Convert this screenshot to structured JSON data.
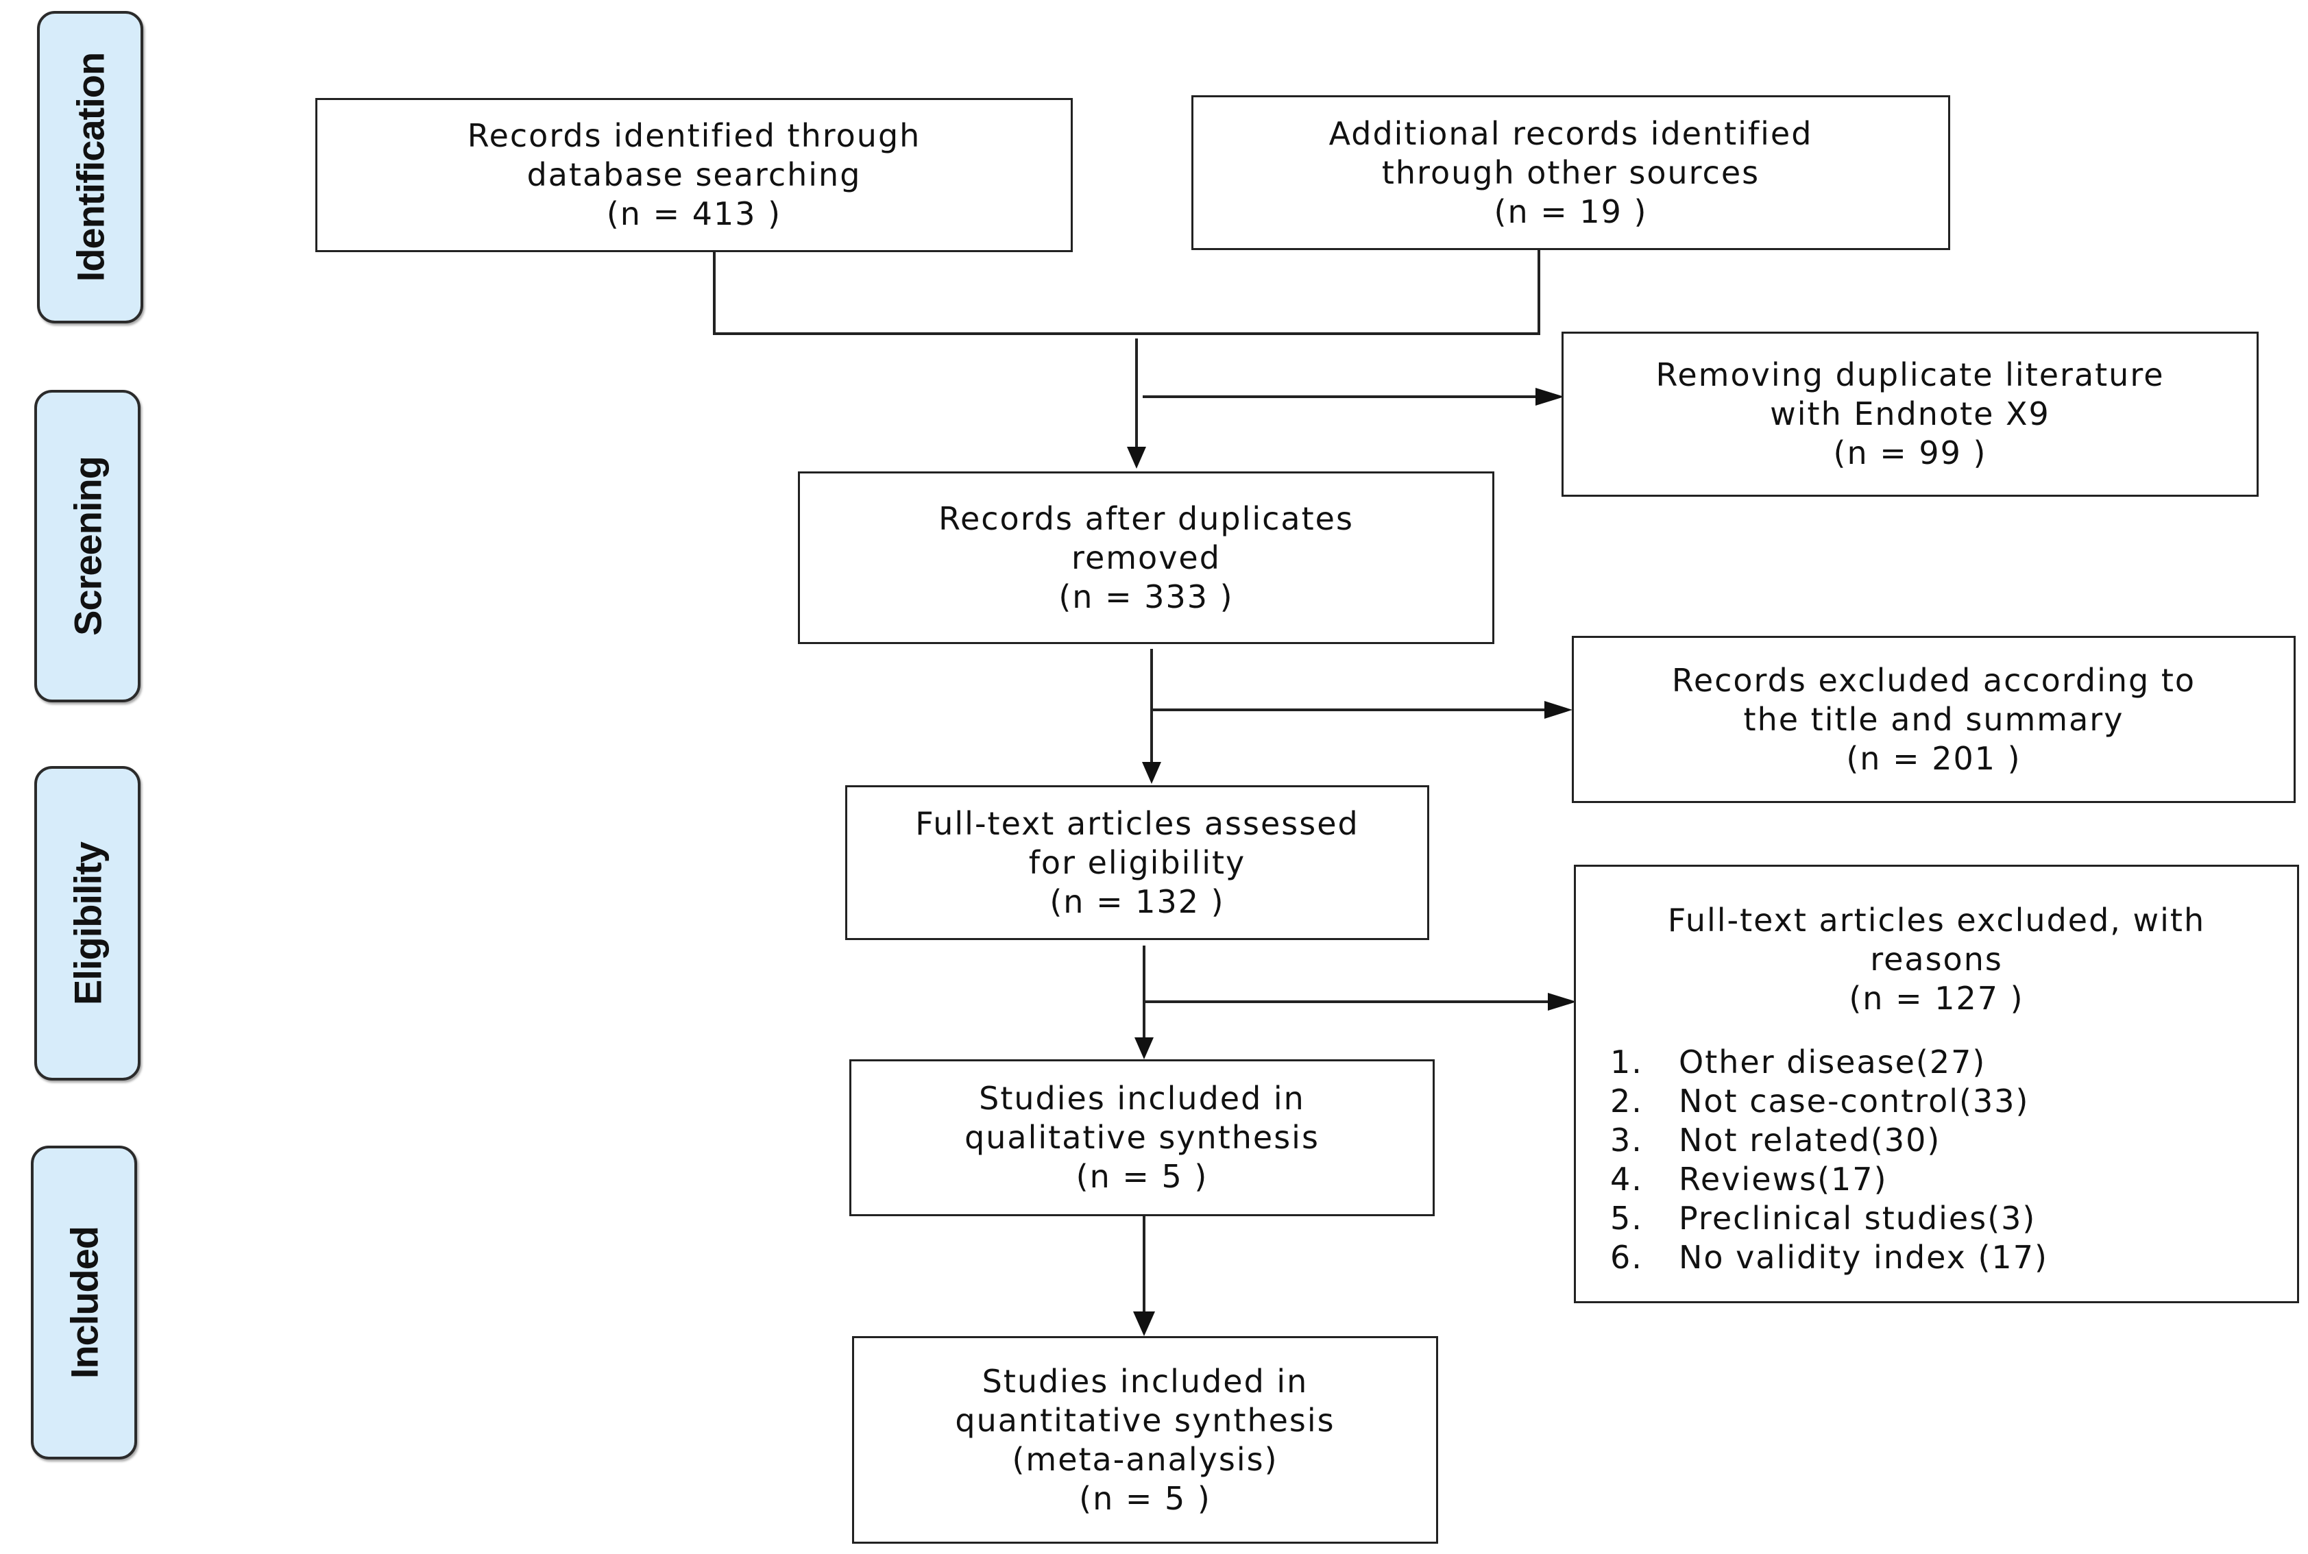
{
  "stages": [
    {
      "id": "identification",
      "label": "Identification"
    },
    {
      "id": "screening",
      "label": "Screening"
    },
    {
      "id": "eligibility",
      "label": "Eligibility"
    },
    {
      "id": "included",
      "label": "Included"
    }
  ],
  "boxes": {
    "database": {
      "lines": [
        "Records identified through",
        "database searching",
        "(n =  413 )"
      ]
    },
    "other_sources": {
      "lines": [
        "Additional records identified",
        "through other sources",
        "(n =  19 )"
      ]
    },
    "duplicates_removed_endnote": {
      "lines": [
        "Removing duplicate literature",
        "with Endnote X9",
        "(n = 99  )"
      ]
    },
    "after_duplicates": {
      "lines": [
        "Records after duplicates",
        "removed",
        "(n = 333  )"
      ]
    },
    "excluded_title": {
      "lines": [
        "Records excluded according to",
        "the title and summary",
        "(n = 201  )"
      ]
    },
    "fulltext_assessed": {
      "lines": [
        "Full-text articles assessed",
        "for eligibility",
        "(n =  132 )"
      ]
    },
    "fulltext_excluded": {
      "lines": [
        "Full-text articles excluded, with",
        "reasons",
        "(n = 127  )"
      ],
      "reasons": [
        {
          "num": "1.",
          "text": "Other disease(27)"
        },
        {
          "num": "2.",
          "text": "Not case-control(33)"
        },
        {
          "num": "3.",
          "text": "Not related(30)"
        },
        {
          "num": "4.",
          "text": "Reviews(17)"
        },
        {
          "num": "5.",
          "text": "Preclinical studies(3)"
        },
        {
          "num": "6.",
          "text": "No validity index (17)"
        }
      ]
    },
    "qualitative": {
      "lines": [
        "Studies included in",
        "qualitative synthesis",
        "(n = 5 )"
      ]
    },
    "quantitative": {
      "lines": [
        "Studies included in",
        "quantitative synthesis",
        "(meta-analysis)",
        "(n = 5 )"
      ]
    }
  },
  "colors": {
    "stage_fill": "#d7ecfa",
    "border": "#222222"
  }
}
